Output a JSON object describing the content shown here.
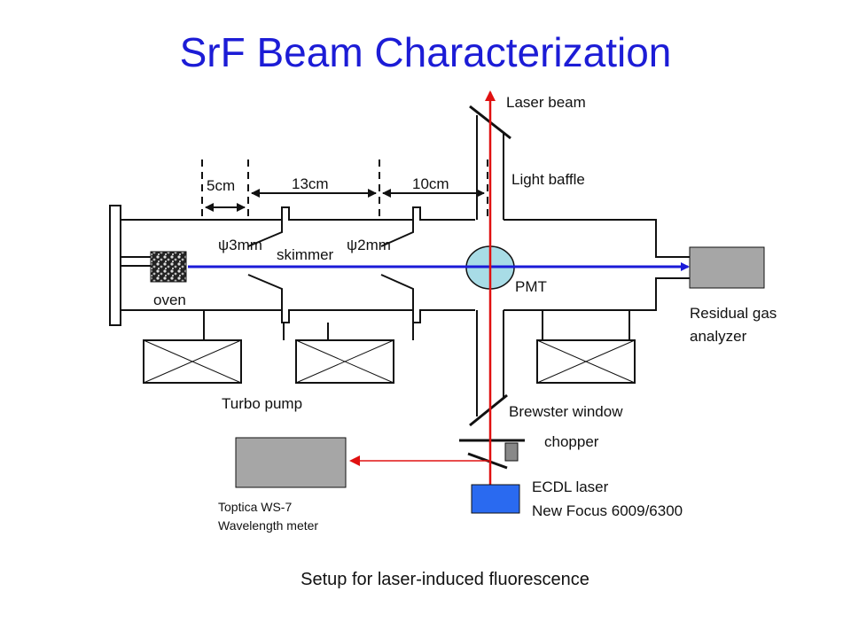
{
  "title": "SrF Beam Characterization",
  "labels": {
    "laser_beam": "Laser beam",
    "light_baffle": "Light baffle",
    "dist_5cm": "5cm",
    "dist_13cm": "13cm",
    "dist_10cm": "10cm",
    "aperture_3mm": "ψ3mm",
    "aperture_2mm": "ψ2mm",
    "skimmer": "skimmer",
    "oven": "oven",
    "pmt": "PMT",
    "rga_line1": "Residual gas",
    "rga_line2": "analyzer",
    "turbo_pump": "Turbo pump",
    "brewster_window": "Brewster window",
    "chopper": "chopper",
    "ecdl_line1": "ECDL laser",
    "ecdl_line2": "New Focus 6009/6300",
    "wavemeter_line1": "Toptica WS-7",
    "wavemeter_line2": "Wavelength meter"
  },
  "caption": "Setup for laser-induced fluorescence",
  "colors": {
    "title": "#1c1cd6",
    "molecular_beam": "#1a1ad8",
    "laser": "#e01010",
    "pmt_fill": "#a8dce6",
    "ecdl_fill": "#2a6af0",
    "device_fill": "#a6a6a6"
  }
}
